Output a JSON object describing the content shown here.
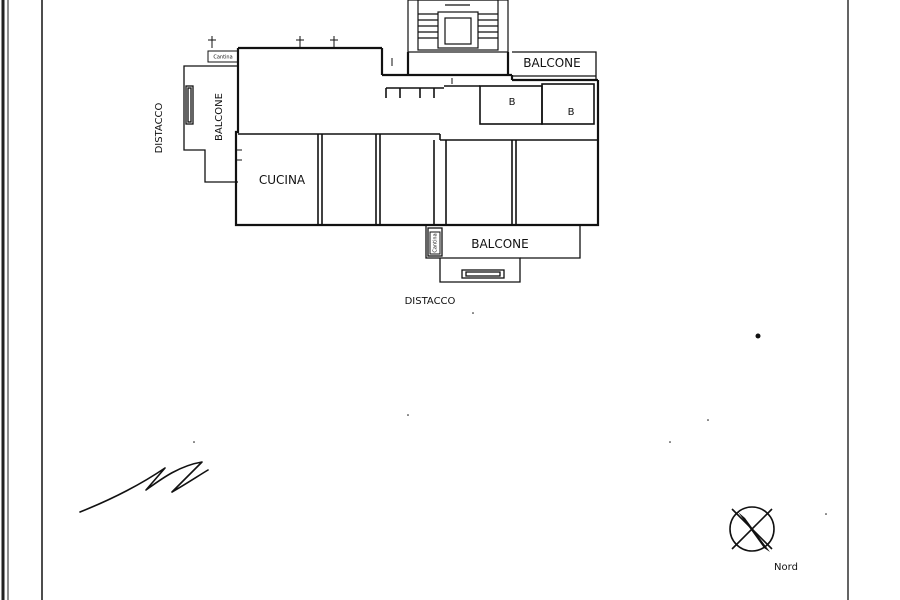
{
  "plan": {
    "labels": {
      "cucina": "CUCINA",
      "balcone_top": "BALCONE",
      "balcone_left": "BALCONE",
      "balcone_bottom": "BALCONE",
      "distacco_left": "DISTACCO",
      "distacco_bottom": "DISTACCO",
      "bath_1": "B",
      "bath_2": "B",
      "cellar_top": "Cantina",
      "cellar_bottom": "Cantina"
    },
    "compass": {
      "north_label": "Nord"
    }
  }
}
